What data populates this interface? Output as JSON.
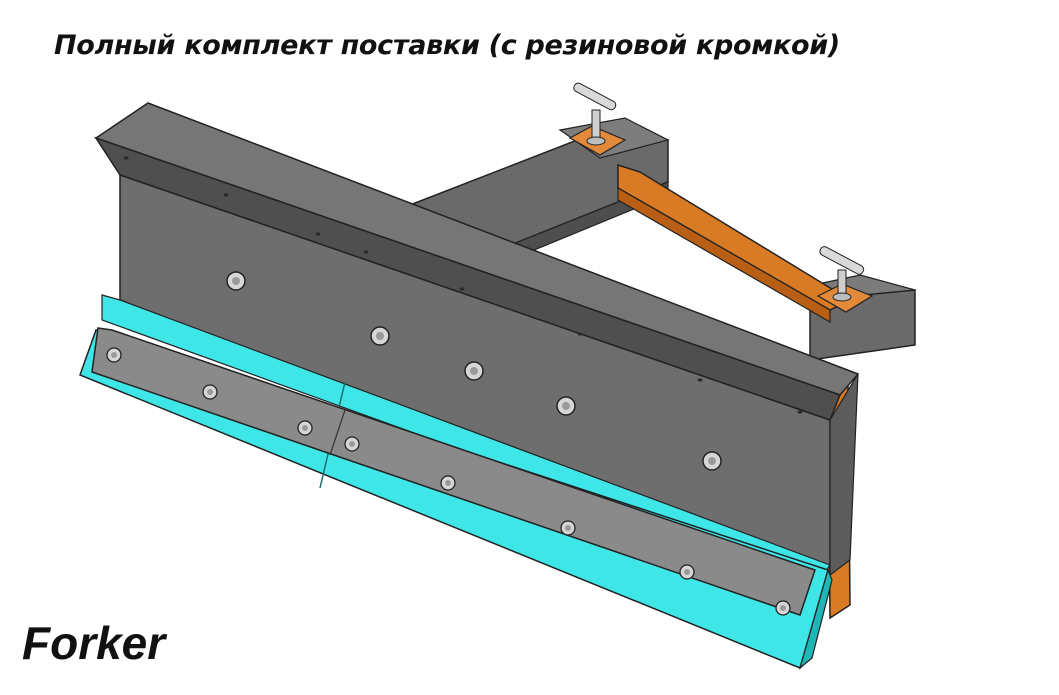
{
  "title": "Полный комплект поставки (с резиновой кромкой)",
  "brand": "Forker",
  "colors": {
    "steel": "#6e6e6e",
    "steel_dark": "#4f4f4f",
    "steel_edge": "#222222",
    "rubber": "#3ee6e8",
    "rubber_dark": "#1fb6b8",
    "orange_frame": "#d97a24",
    "orange_pad": "#e38a3a",
    "bolt": "#d6d6d6"
  },
  "icons": [
    "snow-blade-drawing",
    "bolt-icon",
    "t-handle-pin-icon"
  ]
}
